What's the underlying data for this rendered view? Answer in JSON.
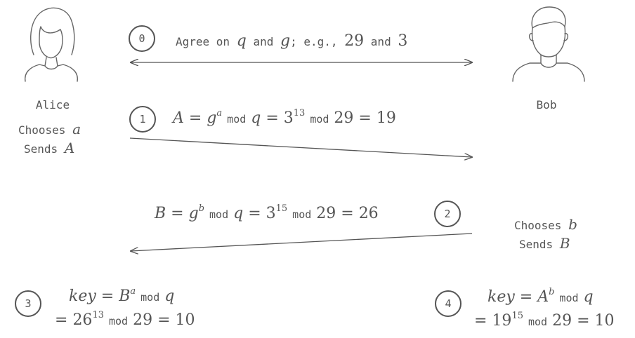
{
  "parties": {
    "alice": {
      "name": "Alice",
      "action1_text": "Chooses",
      "action1_var": "a",
      "action2_text": "Sends",
      "action2_var": "A"
    },
    "bob": {
      "name": "Bob",
      "action1_text": "Chooses",
      "action1_var": "b",
      "action2_text": "Sends",
      "action2_var": "B"
    }
  },
  "steps": {
    "s0": {
      "badge": "0",
      "text_agree": "Agree on",
      "var_q": "q",
      "text_and": "and",
      "var_g": "g",
      "text_eg": "; e.g.,",
      "val_q": "29",
      "text_and2": "and",
      "val_g": "3"
    },
    "s1": {
      "badge": "1",
      "lhs": "A",
      "base": "g",
      "exp": "a",
      "mod": "mod",
      "modvar": "q",
      "nbase": "3",
      "nexp": "13",
      "mod2": "mod",
      "nmod": "29",
      "result": "19"
    },
    "s2": {
      "badge": "2",
      "lhs": "B",
      "base": "g",
      "exp": "b",
      "mod": "mod",
      "modvar": "q",
      "nbase": "3",
      "nexp": "15",
      "mod2": "mod",
      "nmod": "29",
      "result": "26"
    },
    "s3": {
      "badge": "3",
      "key": "key",
      "base": "B",
      "exp": "a",
      "mod": "mod",
      "modvar": "q",
      "nbase": "26",
      "nexp": "13",
      "mod2": "mod",
      "nmod": "29",
      "result": "10"
    },
    "s4": {
      "badge": "4",
      "key": "key",
      "base": "A",
      "exp": "b",
      "mod": "mod",
      "modvar": "q",
      "nbase": "19",
      "nexp": "15",
      "mod2": "mod",
      "nmod": "29",
      "result": "10"
    }
  },
  "icons": {
    "alice": "woman-avatar-icon",
    "bob": "man-avatar-icon"
  }
}
